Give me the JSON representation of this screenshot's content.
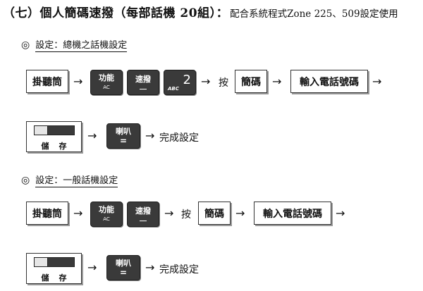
{
  "title": {
    "main_prefix": "（七）個人簡碼速撥（每部話機 ",
    "main_num": "20",
    "main_suffix": "組）：",
    "sub": "配合系統程式Zone 225、509設定使用"
  },
  "sections": [
    {
      "icon": "◎",
      "label": "設定：總機之話機設定",
      "flow1": {
        "hook": "掛聽筒",
        "func_key": {
          "top": "功能",
          "bottom": "AC"
        },
        "speed_key": {
          "top": "速撥"
        },
        "key2": {
          "digit": "2",
          "letters": "ABC"
        },
        "press": "按",
        "code": "簡碼",
        "phone": "輸入電話號碼"
      },
      "flow2": {
        "save": "儲存",
        "speaker_key": {
          "top": "喇叭",
          "bottom": "="
        },
        "done": "完成設定"
      }
    },
    {
      "icon": "◎",
      "label": "設定：一般話機設定",
      "flow1": {
        "hook": "掛聽筒",
        "func_key": {
          "top": "功能",
          "bottom": "AC"
        },
        "speed_key": {
          "top": "速撥"
        },
        "press": "按",
        "code": "簡碼",
        "phone": "輸入電話號碼"
      },
      "flow2": {
        "save": "儲存",
        "speaker_key": {
          "top": "喇叭",
          "bottom": "="
        },
        "done": "完成設定"
      }
    }
  ],
  "arrow_glyph": "→"
}
